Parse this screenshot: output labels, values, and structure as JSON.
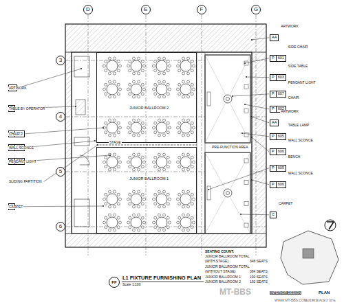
{
  "diagram": {
    "title": "L1 FIXTURE FURNISHING PLAN",
    "caption": "Scale 1:100",
    "nodes": [
      {
        "text": [
          "D"
        ]
      },
      {
        "text": [
          "E"
        ]
      },
      {
        "text": [
          "F"
        ]
      },
      {
        "text": [
          "G"
        ]
      },
      {
        "text": [
          "3"
        ]
      },
      {
        "text": [
          "4"
        ]
      },
      {
        "text": [
          "5"
        ]
      },
      {
        "text": [
          "6"
        ]
      },
      {
        "text": [
          "JUNIOR BALLROOM 2"
        ]
      },
      {
        "text": [
          "JUNIOR BALLROOM 1"
        ]
      },
      {
        "text": [
          "AA",
          "ARTWORK"
        ]
      },
      {
        "text": [
          "P",
          "601",
          "SIDE CHAIR"
        ]
      },
      {
        "text": [
          "P",
          "603",
          "SIDE TABLE"
        ]
      },
      {
        "text": [
          "P",
          "607",
          "PENDANT LIGHT"
        ]
      },
      {
        "text": [
          "P",
          "602",
          "CHAIR"
        ]
      },
      {
        "text": [
          "AA",
          "ARTWORK"
        ]
      },
      {
        "text": [
          "P",
          "605",
          "TABLE LAMP"
        ]
      },
      {
        "text": [
          "P",
          "606",
          "WALL SCONCE"
        ]
      },
      {
        "text": [
          "P",
          "609",
          "BENCH"
        ]
      },
      {
        "text": [
          "P",
          "606",
          "WALL SCONCE"
        ]
      },
      {
        "text": [
          "C",
          "CARPET"
        ]
      },
      {
        "text": [
          "AA",
          "ARTWORK"
        ]
      },
      {
        "text": [
          "P",
          "TABLE BY OPERATOR"
        ]
      },
      {
        "text": [
          "P",
          "603",
          "CHAIR"
        ]
      },
      {
        "text": [
          "P",
          "606",
          "WALL SCONCE"
        ]
      },
      {
        "text": [
          "P",
          "607",
          "PENDANT LIGHT"
        ]
      },
      {
        "text": [
          "C",
          "CARPET"
        ]
      },
      {
        "text": [
          "FF"
        ]
      }
    ],
    "labels": [
      "STAGE",
      "PRE-FUNCTION AREA",
      "SEATING COUNT:",
      "JUNIOR BALLROOM TOTAL",
      "(WITH STAGE)",
      "348 SEATS",
      "JUNIOR BALLROOM TOTAL",
      "(WITHOUT STAGE)",
      "384 SEATS",
      "JUNIOR BALLROOM 1",
      "192 SEATS",
      "JUNIOR BALLROOM 2",
      "192 SEATS",
      "SLIDING PARTITION",
      "PLAN",
      "MT-BBS",
      "INTERIOR DESIGN",
      "WWW.MT-BBS.COM",
      "马蹄网室内设计论坛"
    ]
  }
}
